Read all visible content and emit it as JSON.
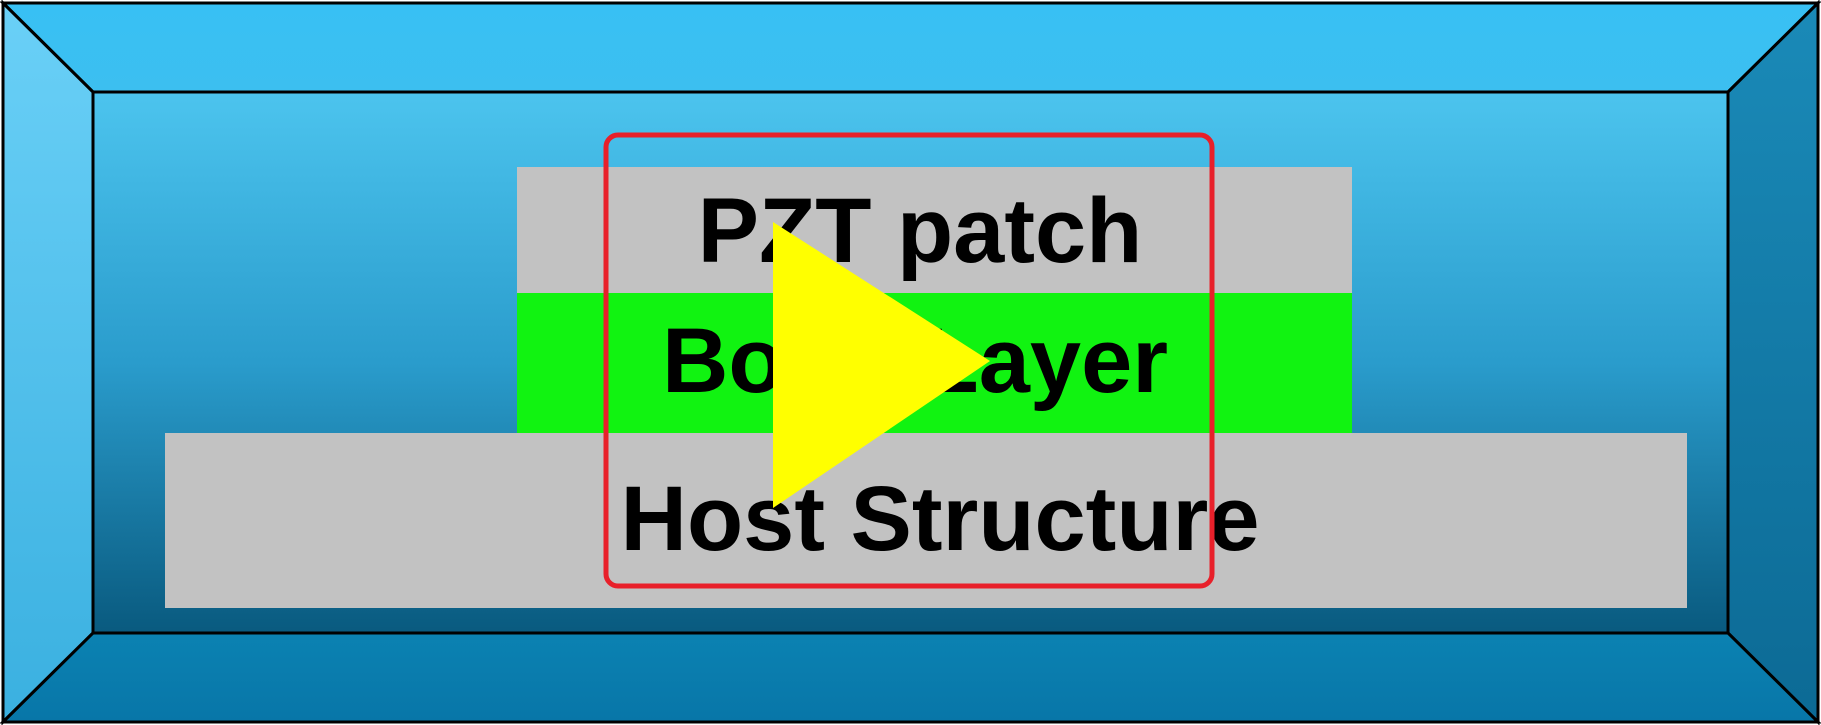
{
  "diagram": {
    "layers": {
      "pzt_patch": {
        "label": "PZT patch",
        "color": "#c2c2c2"
      },
      "bond_layer": {
        "label": "Bond Layer",
        "color": "#11f311"
      },
      "host_structure": {
        "label": "Host Structure",
        "color": "#c2c2c2"
      }
    }
  },
  "play_overlay": {
    "icon": "play-icon",
    "triangle_color": "#ffff00",
    "outline_color": "#e8202a"
  },
  "frame": {
    "bevel_top_color": "#3cc1f3",
    "bevel_left_color": "#62ccf5",
    "bevel_right_color": "#157ea8",
    "bevel_bottom_color": "#0a7cad",
    "border_color": "#000000"
  }
}
